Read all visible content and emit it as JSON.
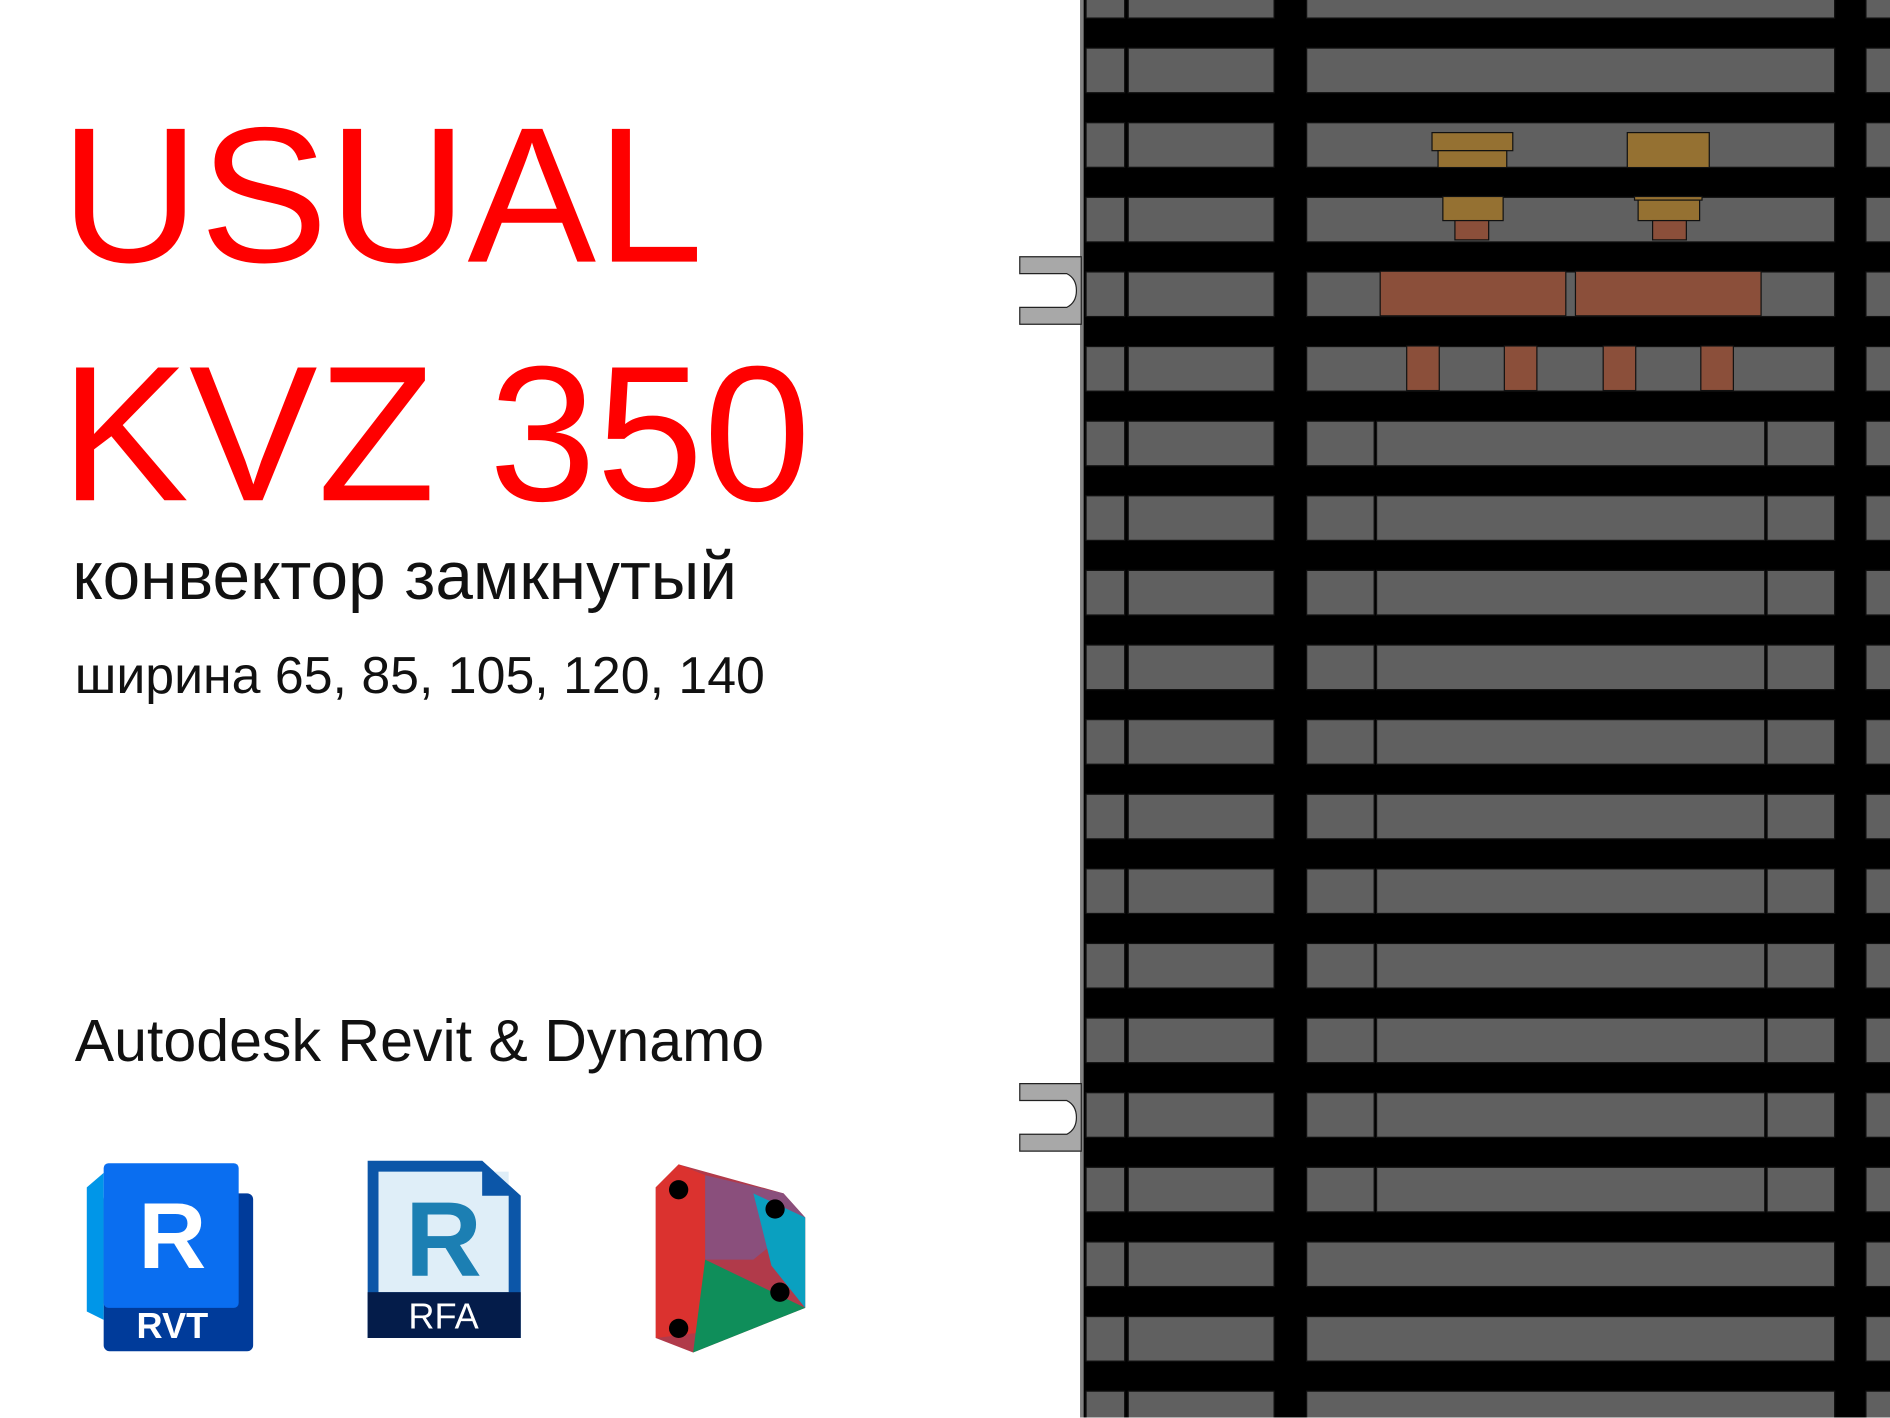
{
  "title": {
    "line1": "USUAL",
    "line2": "KVZ 350"
  },
  "subtitle": "конвектор замкнутый",
  "widths": "ширина 65, 85, 105, 120, 140",
  "platform": "Autodesk Revit & Dynamo",
  "logos": {
    "rvt": {
      "letter": "R",
      "label": "RVT"
    },
    "rfa": {
      "letter": "R",
      "label": "RFA"
    },
    "dynamo": {}
  },
  "colors": {
    "accent": "#ff0000",
    "grate": "#606060",
    "copper": "#8b4f3a",
    "brass": "#957132"
  }
}
